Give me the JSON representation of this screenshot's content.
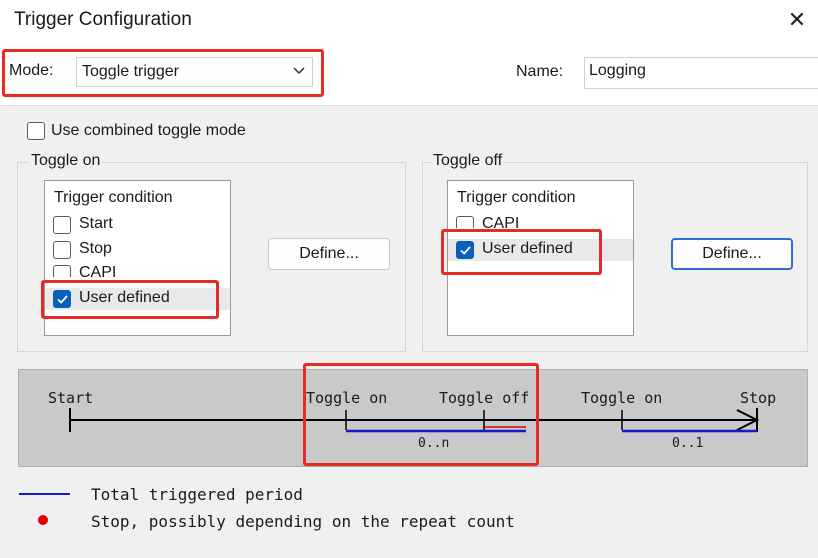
{
  "dialog": {
    "title": "Trigger Configuration",
    "close_glyph": "✕"
  },
  "mode": {
    "label": "Mode:",
    "value": "Toggle trigger"
  },
  "name": {
    "label": "Name:",
    "value": "Logging"
  },
  "combined_toggle": {
    "label": "Use combined toggle mode",
    "checked": false
  },
  "toggle_on": {
    "legend": "Toggle on",
    "list_header": "Trigger condition",
    "items": [
      {
        "label": "Start",
        "checked": false
      },
      {
        "label": "Stop",
        "checked": false
      },
      {
        "label": "CAPI",
        "checked": false
      },
      {
        "label": "User defined",
        "checked": true
      }
    ],
    "define_label": "Define..."
  },
  "toggle_off": {
    "legend": "Toggle off",
    "list_header": "Trigger condition",
    "items": [
      {
        "label": "CAPI",
        "checked": false
      },
      {
        "label": "User defined",
        "checked": true
      }
    ],
    "define_label": "Define..."
  },
  "timeline": {
    "start": "Start",
    "toggle_on_1": "Toggle on",
    "toggle_off": "Toggle off",
    "toggle_on_2": "Toggle on",
    "stop": "Stop",
    "range_1": "0..n",
    "range_2": "0..1"
  },
  "legend": {
    "line_text": "Total triggered period",
    "dot_text": "Stop, possibly depending on the repeat count"
  },
  "colors": {
    "accent": "#0a5fb8",
    "highlight_box": "#e52b24",
    "period_line": "#1a1acc",
    "stop_dot": "#e00000"
  }
}
